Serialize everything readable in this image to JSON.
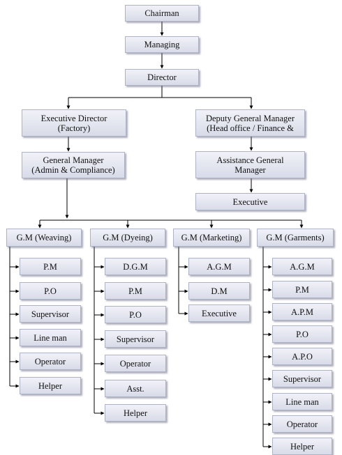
{
  "chart": {
    "top": {
      "chairman": "Chairman",
      "managing": "Managing",
      "director": "Director"
    },
    "left_branch": {
      "executive_director": "Executive Director\n(Factory)",
      "general_manager": "General Manager\n(Admin & Compliance)"
    },
    "right_branch": {
      "deputy_gm": "Deputy General Manager\n(Head office / Finance &",
      "assistant_gm": "Assistance General\nManager",
      "executive": "Executive"
    },
    "departments": [
      {
        "head": "G.M (Weaving)",
        "staff": [
          "P.M",
          "P.O",
          "Supervisor",
          "Line man",
          "Operator",
          "Helper"
        ]
      },
      {
        "head": "G.M (Dyeing)",
        "staff": [
          "D.G.M",
          "P.M",
          "P.O",
          "Supervisor",
          "Operator",
          "Asst.",
          "Helper"
        ]
      },
      {
        "head": "G.M (Marketing)",
        "staff": [
          "A.G.M",
          "D.M",
          "Executive"
        ]
      },
      {
        "head": "G.M (Garments)",
        "staff": [
          "A.G.M",
          "P.M",
          "A.P.M",
          "P.O",
          "A.P.O",
          "Supervisor",
          "Line man",
          "Operator",
          "Helper"
        ]
      }
    ]
  }
}
